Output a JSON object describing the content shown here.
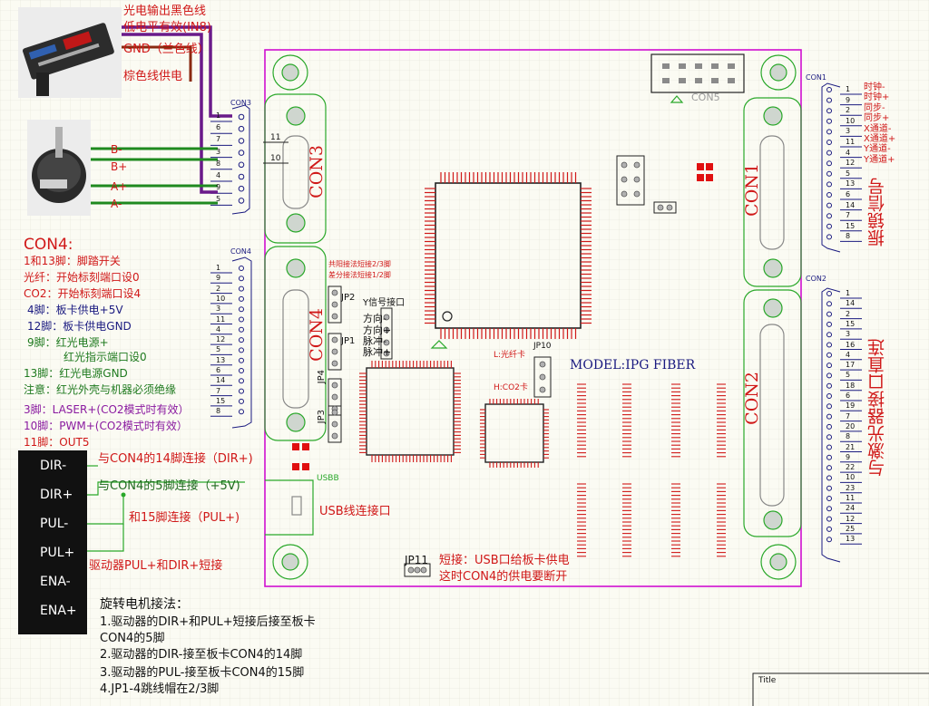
{
  "sensor": {
    "line1": "光电输出黑色线",
    "line2": "低电平有效(IN8)",
    "line3": "GND（兰色线）",
    "line4": "棕色线供电"
  },
  "encoder": {
    "labels": [
      "B-",
      "B+",
      "A+",
      "A-"
    ]
  },
  "con3": {
    "title": "CON3",
    "pins": [
      "1",
      "6",
      "7",
      "3",
      "8",
      "4",
      "9",
      "5"
    ],
    "pin11": "11",
    "pin10": "10"
  },
  "con4": {
    "title": "CON4",
    "pins": [
      "1",
      "9",
      "2",
      "10",
      "3",
      "11",
      "4",
      "12",
      "5",
      "13",
      "6",
      "14",
      "7",
      "15",
      "8"
    ],
    "notes": [
      {
        "text": "CON4:",
        "color": "red"
      },
      {
        "text": "1和13脚：脚踏开关",
        "color": "red"
      },
      {
        "text": "光纤：开始标刻端口设0",
        "color": "red"
      },
      {
        "text": "CO2：开始标刻端口设4",
        "color": "red"
      },
      {
        "text": "4脚：板卡供电+5V",
        "color": "navy"
      },
      {
        "text": "12脚：板卡供电GND",
        "color": "navy"
      },
      {
        "text": "9脚：红光电源+",
        "color": "green"
      },
      {
        "text": "红光指示端口设0",
        "color": "green"
      },
      {
        "text": "13脚：红光电源GND",
        "color": "green"
      },
      {
        "text": "注意：红光外壳与机器必须绝缘",
        "color": "green"
      },
      {
        "text": "3脚：LASER+(CO2模式时有效）",
        "color": "purple"
      },
      {
        "text": "10脚：PWM+(CO2模式时有效）",
        "color": "purple"
      },
      {
        "text": "11脚：OUT5",
        "color": "red"
      }
    ]
  },
  "con1": {
    "title": "CON1",
    "pins": [
      "1",
      "9",
      "2",
      "10",
      "3",
      "11",
      "4",
      "12",
      "5",
      "13",
      "6",
      "14",
      "7",
      "15",
      "8"
    ],
    "signals": [
      "时钟-",
      "时钟+",
      "同步-",
      "同步+",
      "X通道-",
      "X通道+",
      "Y通道-",
      "Y通道+"
    ],
    "side_label": "振镜信号"
  },
  "con2": {
    "title": "CON2",
    "pins": [
      "1",
      "14",
      "2",
      "15",
      "3",
      "16",
      "4",
      "17",
      "5",
      "18",
      "6",
      "19",
      "7",
      "20",
      "8",
      "21",
      "9",
      "22",
      "10",
      "23",
      "11",
      "24",
      "12",
      "25",
      "13"
    ],
    "side_label": "与激光器接口直连"
  },
  "board": {
    "con5": "CON5",
    "model": "MODEL:IPG FIBER",
    "jp2": "JP2",
    "jp1": "JP1",
    "jp4": "JP4",
    "jp3": "JP3",
    "jp10": "JP10",
    "jp11": "JP11",
    "jumper_note1": "共阳接法短接2/3脚",
    "jumper_note2": "差分接法短接1/2脚",
    "y_signal": "Y信号接口",
    "dir_minus": "方向-",
    "dir_plus": "方向+",
    "pulse_minus": "脉冲-",
    "pulse_plus": "脉冲+",
    "fiber_card": "L:光纤卡",
    "co2_card": "H:CO2卡",
    "usb_label": "USB线连接口",
    "usb_vert": "USBB",
    "jp11_note1": "短接：USB口给板卡供电",
    "jp11_note2": "这时CON4的供电要断开"
  },
  "driver": {
    "labels": [
      "DIR-",
      "DIR+",
      "PUL-",
      "PUL+",
      "ENA-",
      "ENA+"
    ],
    "conn1": "与CON4的14脚连接（DIR+)",
    "conn2": "与CON4的5脚连接（+5V)",
    "conn3": "和15脚连接（PUL+)",
    "conn4": "驱动器PUL+和DIR+短接"
  },
  "motor": {
    "title": "旋转电机接法：",
    "steps": [
      "1.驱动器的DIR+和PUL+短接后接至板卡",
      "CON4的5脚",
      "2.驱动器的DIR-接至板卡CON4的14脚",
      "3.驱动器的PUL-接至板卡CON4的15脚",
      "4.JP1-4跳线帽在2/3脚"
    ]
  },
  "title_block": {
    "label": "Title"
  }
}
